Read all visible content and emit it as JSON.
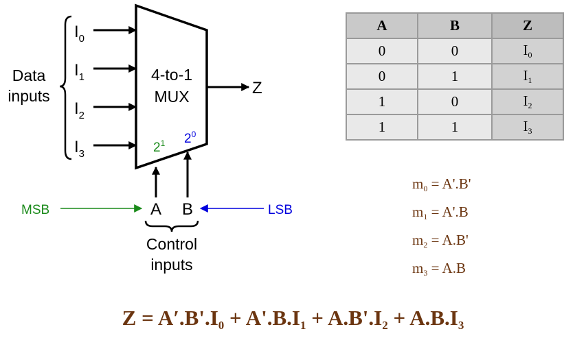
{
  "mux": {
    "title_line1": "4-to-1",
    "title_line2": "MUX",
    "output_label": "Z",
    "select_weights": [
      {
        "base": "2",
        "exp": "1",
        "color": "#1a8a1a"
      },
      {
        "base": "2",
        "exp": "0",
        "color": "#0000dd"
      }
    ],
    "inputs": [
      {
        "base": "I",
        "sub": "0"
      },
      {
        "base": "I",
        "sub": "1"
      },
      {
        "base": "I",
        "sub": "2"
      },
      {
        "base": "I",
        "sub": "3"
      }
    ],
    "data_inputs_label": [
      "Data",
      "inputs"
    ],
    "control_inputs_label": [
      "Control",
      "inputs"
    ],
    "select_a": "A",
    "select_b": "B",
    "msb_label": "MSB",
    "lsb_label": "LSB",
    "msb_color": "#1a8a1a",
    "lsb_color": "#0000dd"
  },
  "truth_table": {
    "headers": [
      "A",
      "B",
      "Z"
    ],
    "rows": [
      {
        "a": "0",
        "b": "0",
        "z": "I",
        "z_sub": "0"
      },
      {
        "a": "0",
        "b": "1",
        "z": "I",
        "z_sub": "1"
      },
      {
        "a": "1",
        "b": "0",
        "z": "I",
        "z_sub": "2"
      },
      {
        "a": "1",
        "b": "1",
        "z": "I",
        "z_sub": "3"
      }
    ]
  },
  "minterms": [
    {
      "m": "m",
      "sub": "0",
      "expr": " = A'.B'"
    },
    {
      "m": "m",
      "sub": "1",
      "expr": " = A'.B"
    },
    {
      "m": "m",
      "sub": "2",
      "expr": " = A.B'"
    },
    {
      "m": "m",
      "sub": "3",
      "expr": " = A.B"
    }
  ],
  "equation": {
    "lhs": "Z = ",
    "terms": [
      {
        "prefix": "A′.B'.I",
        "sub": "0",
        "sep": " + "
      },
      {
        "prefix": "A'.B.I",
        "sub": "1",
        "sep": " + "
      },
      {
        "prefix": "A.B'.I",
        "sub": "2",
        "sep": " + "
      },
      {
        "prefix": "A.B.I",
        "sub": "3",
        "sep": ""
      }
    ]
  },
  "colors": {
    "accent_brown": "#6b3510",
    "table_header": "#c9c9c9",
    "table_cell": "#e9e9e9"
  }
}
